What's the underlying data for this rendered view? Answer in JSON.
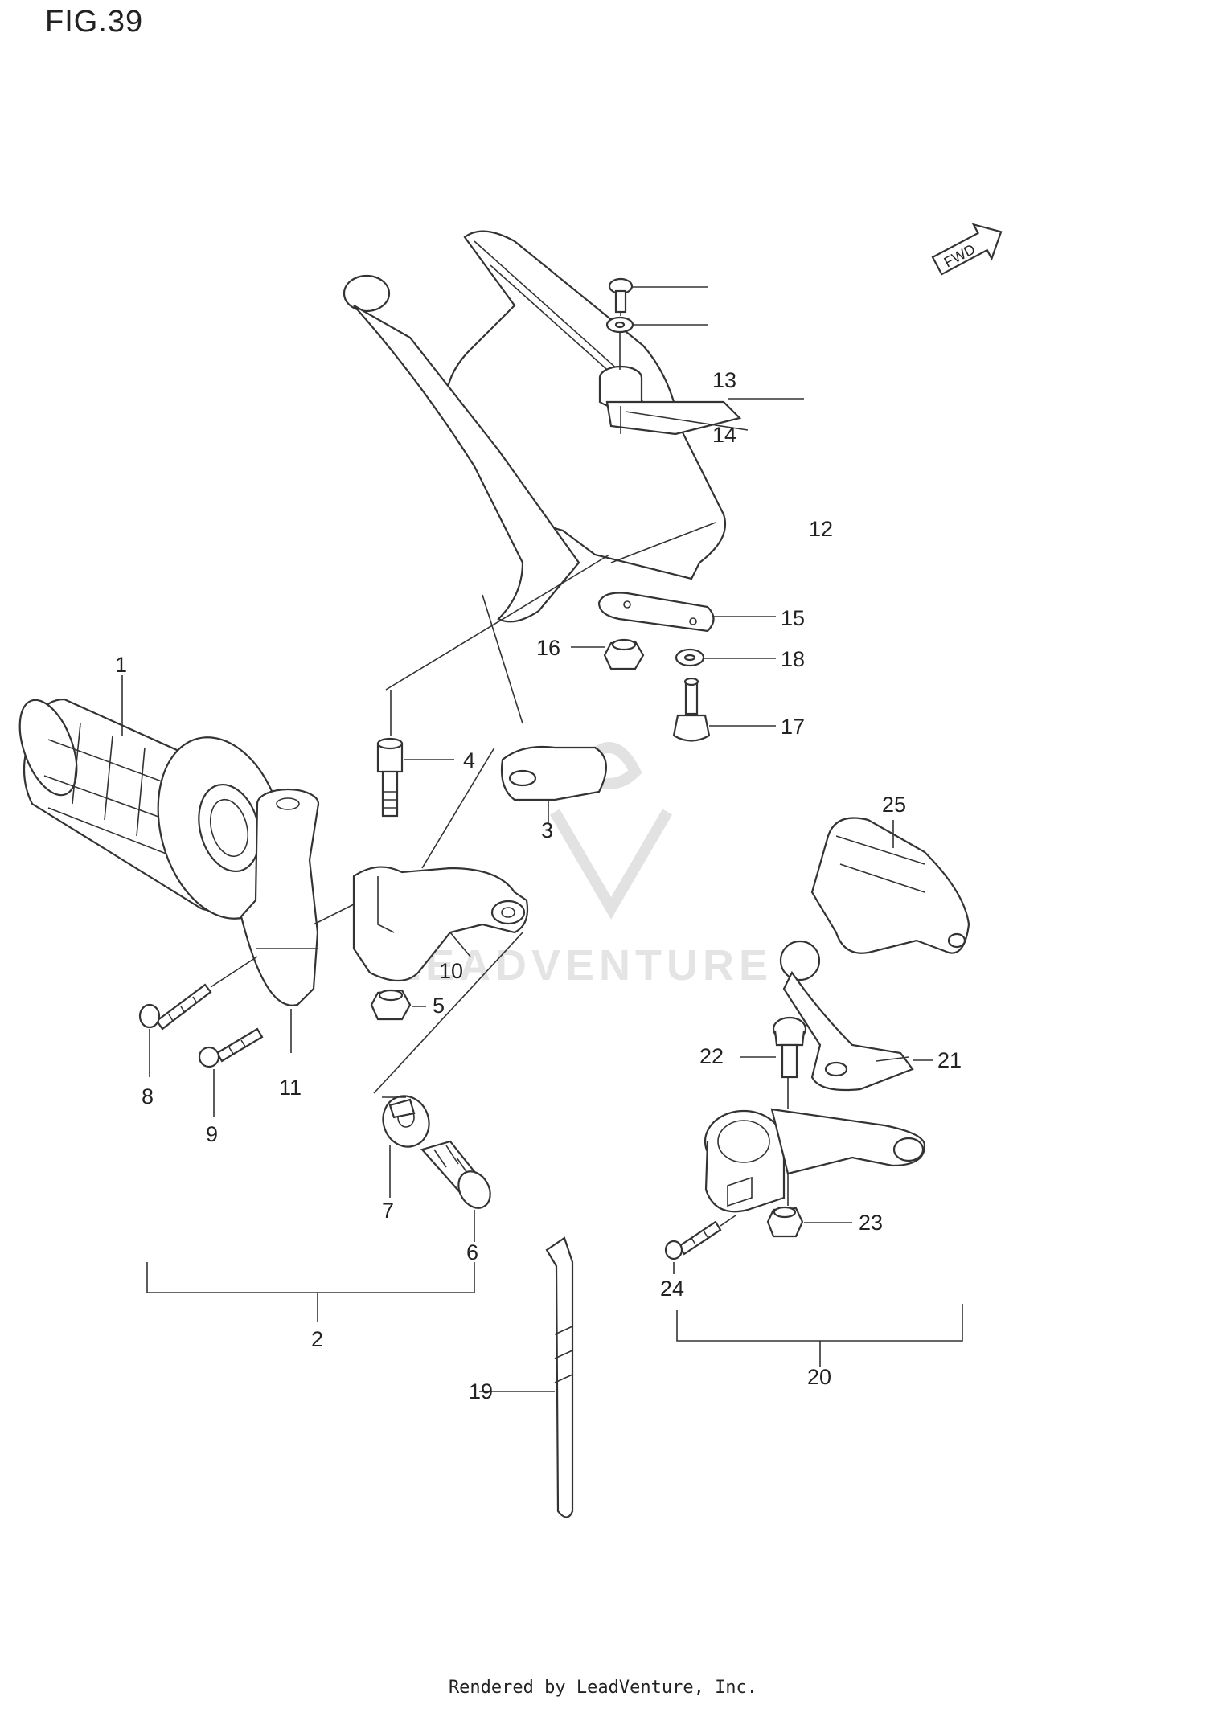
{
  "figure": {
    "title": "FIG.39",
    "fwd_label": "FWD",
    "watermark": "LEADVENTURE",
    "footer": "Rendered by LeadVenture, Inc."
  },
  "callouts": {
    "c1": "1",
    "c2": "2",
    "c3": "3",
    "c4": "4",
    "c5": "5",
    "c6": "6",
    "c7": "7",
    "c8": "8",
    "c9": "9",
    "c10": "10",
    "c11": "11",
    "c12": "12",
    "c13": "13",
    "c14": "14",
    "c15": "15",
    "c16": "16",
    "c17": "17",
    "c18": "18",
    "c19": "19",
    "c20": "20",
    "c21": "21",
    "c22": "22",
    "c23": "23",
    "c24": "24",
    "c25": "25"
  }
}
